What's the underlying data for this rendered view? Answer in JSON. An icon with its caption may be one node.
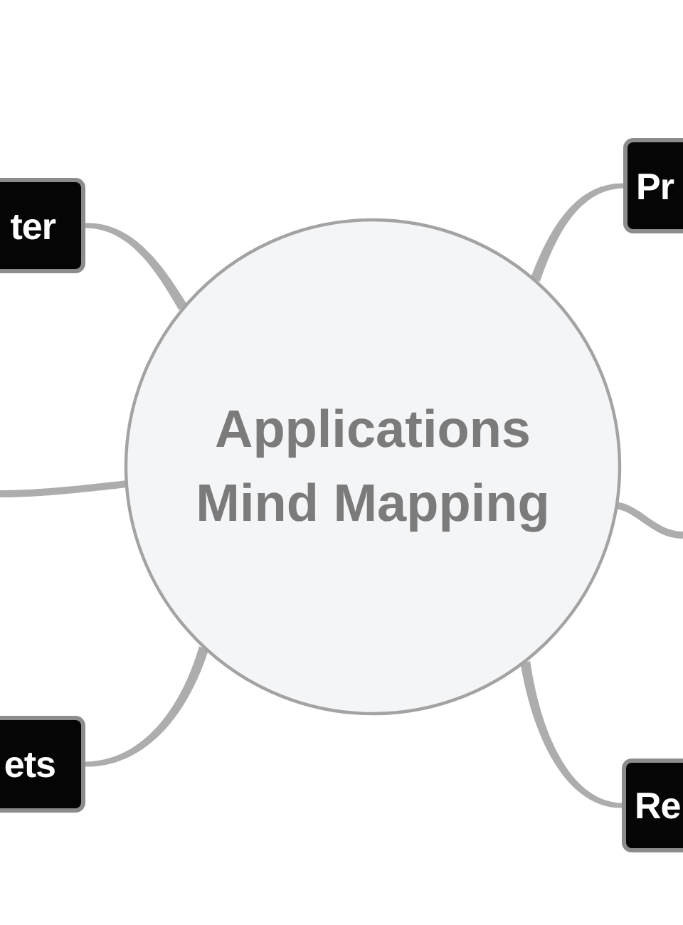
{
  "diagram": {
    "nodes": [
      {
        "text": [
          "Applications Mind Mapping"
        ]
      },
      {
        "text": [
          "ter"
        ]
      },
      {
        "text": [
          "Pr"
        ]
      },
      {
        "text": [
          "ets"
        ]
      },
      {
        "text": [
          "Re"
        ]
      }
    ],
    "edges": [
      {
        "from": 0,
        "to": 1,
        "arrow": "none"
      },
      {
        "from": 0,
        "to": 2,
        "arrow": "none"
      },
      {
        "from": 0,
        "to": null,
        "arrow": "none"
      },
      {
        "from": 0,
        "to": null,
        "arrow": "none"
      },
      {
        "from": 0,
        "to": 3,
        "arrow": "none"
      },
      {
        "from": 0,
        "to": 4,
        "arrow": "none"
      }
    ]
  }
}
